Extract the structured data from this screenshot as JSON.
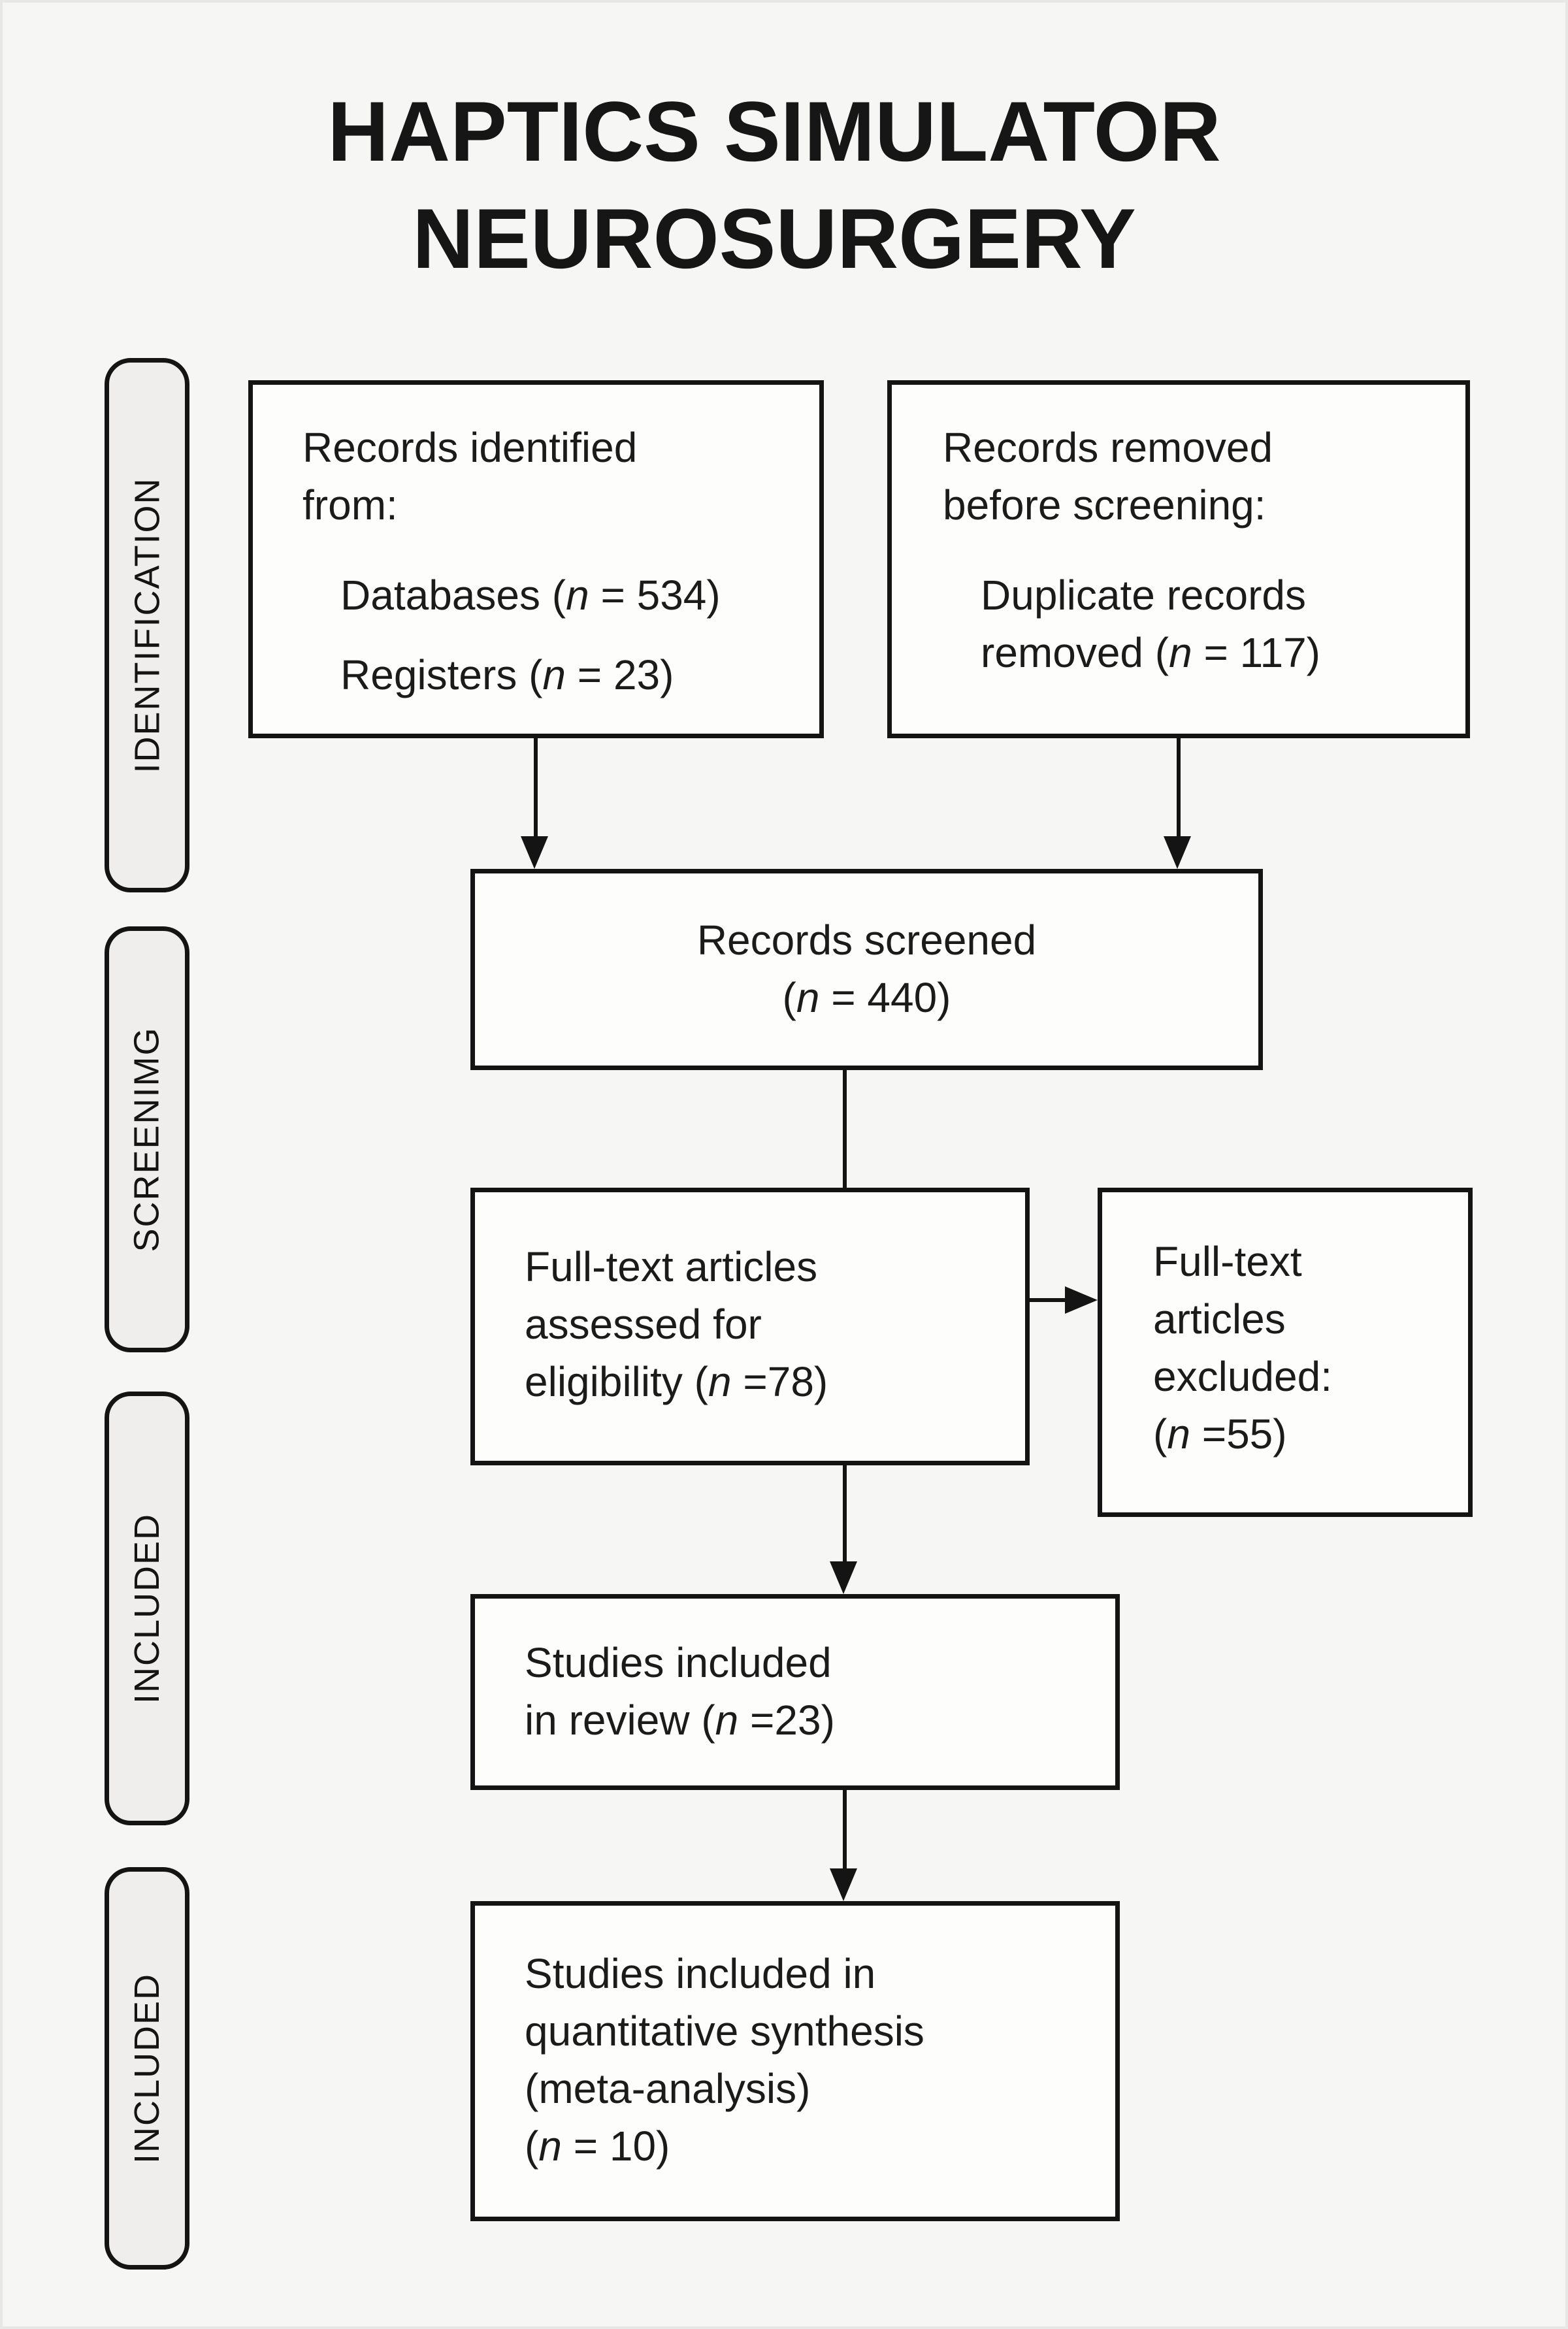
{
  "title": {
    "line1": "HAPTICS SIMULATOR",
    "line2": "NEUROSURGERY"
  },
  "sidebar": [
    {
      "label": "IDENTIFICATION"
    },
    {
      "label": "SCREENIMG"
    },
    {
      "label": "INCLUDED"
    },
    {
      "label": "INCLUDED"
    }
  ],
  "boxes": {
    "records_identified": {
      "line1": "Records identified",
      "line2": "from:",
      "item1": {
        "pre": "Databases (",
        "n": "n",
        "post": " = 534)"
      },
      "item2": {
        "pre": "Registers (",
        "n": "n",
        "post": " = 23)"
      }
    },
    "records_removed": {
      "line1": "Records removed",
      "line2": "before screening:",
      "item1": {
        "line1": "Duplicate records",
        "pre": "removed (",
        "n": "n",
        "post": " = 117)"
      }
    },
    "records_screened": {
      "line1": "Records screened",
      "count": {
        "pre": "(",
        "n": "n",
        "post": " = 440)"
      }
    },
    "fulltext_assessed": {
      "line1": "Full-text articles",
      "line2": "assessed for",
      "count": {
        "pre": "eligibility (",
        "n": "n",
        "post": " =78)"
      }
    },
    "fulltext_excluded": {
      "line1": "Full-text",
      "line2": "articles",
      "line3": "excluded:",
      "count": {
        "pre": "(",
        "n": "n",
        "post": " =55)"
      }
    },
    "included_review": {
      "line1": "Studies included",
      "count": {
        "pre": "in review (",
        "n": "n",
        "post": " =23)"
      }
    },
    "included_meta": {
      "line1": "Studies included in",
      "line2": "quantitative synthesis",
      "line3": "(meta-analysis)",
      "count": {
        "pre": "(",
        "n": "n",
        "post": " = 10)"
      }
    }
  },
  "colors": {
    "background": "#f6f6f4",
    "box_fill": "#fdfdfc",
    "pill_fill": "#efeeec",
    "line": "#141414",
    "text": "#1b1b1b"
  }
}
